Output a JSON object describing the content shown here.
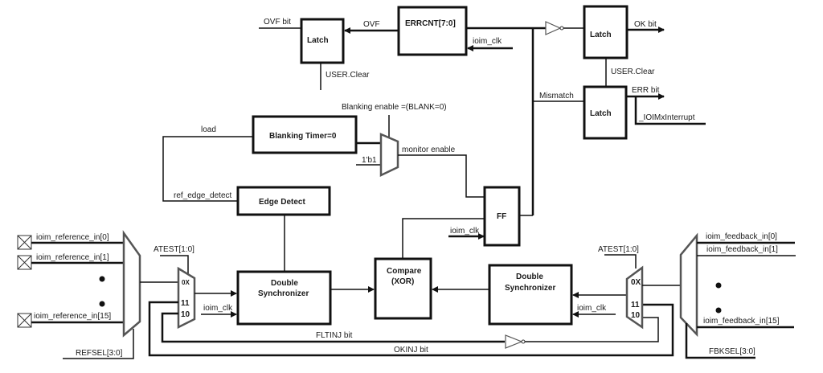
{
  "blocks": {
    "latch_ovf": "Latch",
    "errcnt": "ERRCNT[7:0]",
    "latch_ok": "Latch",
    "latch_err": "Latch",
    "blanking_timer": "Blanking Timer=0",
    "edge_detect": "Edge Detect",
    "ff": "FF",
    "compare_line1": "Compare",
    "compare_line2": "(XOR)",
    "dsync_ref_line1": "Double",
    "dsync_ref_line2": "Synchronizer",
    "dsync_fb_line1": "Double",
    "dsync_fb_line2": "Synchronizer"
  },
  "signals": {
    "ovf_bit": "OVF bit",
    "ovf": "OVF",
    "clk_errcnt": "ioim_clk",
    "user_clear_ovf": "USER.Clear",
    "ok_bit": "OK bit",
    "user_clear_ok": "USER.Clear",
    "err_bit": "ERR bit",
    "interrupt": "_IOIMxInterrupt",
    "mismatch": "Mismatch",
    "blanking_enable": "Blanking enable =(BLANK=0)",
    "load": "load",
    "one_b1": "1'b1",
    "monitor_enable": "monitor enable",
    "ref_edge_detect": "ref_edge_detect",
    "clk_ff": "ioim_clk",
    "atest_ref": "ATEST[1:0]",
    "atest_fb": "ATEST[1:0]",
    "clk_dsync_ref": "ioim_clk",
    "clk_dsync_fb": "ioim_clk",
    "fltinj": "FLTINJ bit",
    "okinj": "OKINJ bit",
    "refsel": "REFSEL[3:0]",
    "fbksel": "FBKSEL[3:0]"
  },
  "mux_ports": {
    "ref_0x": "0X",
    "ref_11": "11",
    "ref_10": "10",
    "fb_0x": "0X",
    "fb_11": "11",
    "fb_10": "10"
  },
  "inputs": {
    "reference": [
      "ioim_reference_in[0]",
      "ioim_reference_in[1]",
      "ioim_reference_in[15]"
    ],
    "feedback": [
      "ioim_feedback_in[0]",
      "ioim_feedback_in[1]",
      "ioim_feedback_in[15]"
    ]
  }
}
